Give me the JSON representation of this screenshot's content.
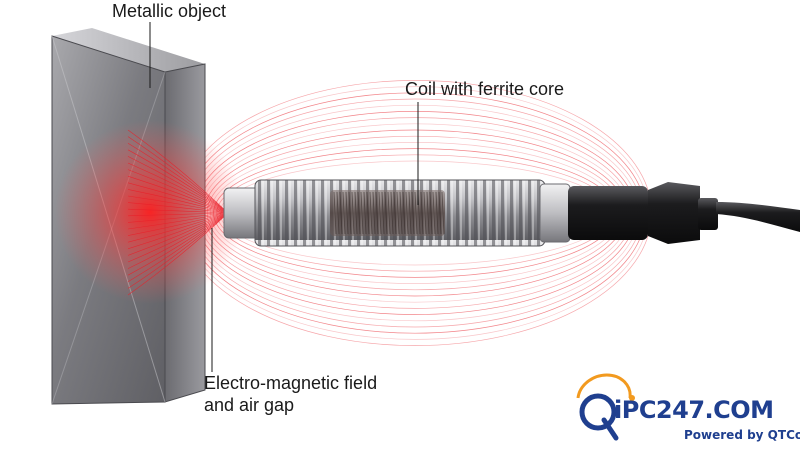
{
  "labels": {
    "metallic_object": "Metallic object",
    "coil": "Coil with ferrite core",
    "field_line1": "Electro-magnetic field",
    "field_line2": "and air gap"
  },
  "logo": {
    "brand": "iPC247.COM",
    "tagline": "Powered by QTCo"
  },
  "colors": {
    "field_red": "#e8202a",
    "brand_blue": "#1f3f8f",
    "brand_orange": "#f29a1f",
    "plate_grey": "#8c8c90",
    "cable_black": "#1a1a1a"
  }
}
